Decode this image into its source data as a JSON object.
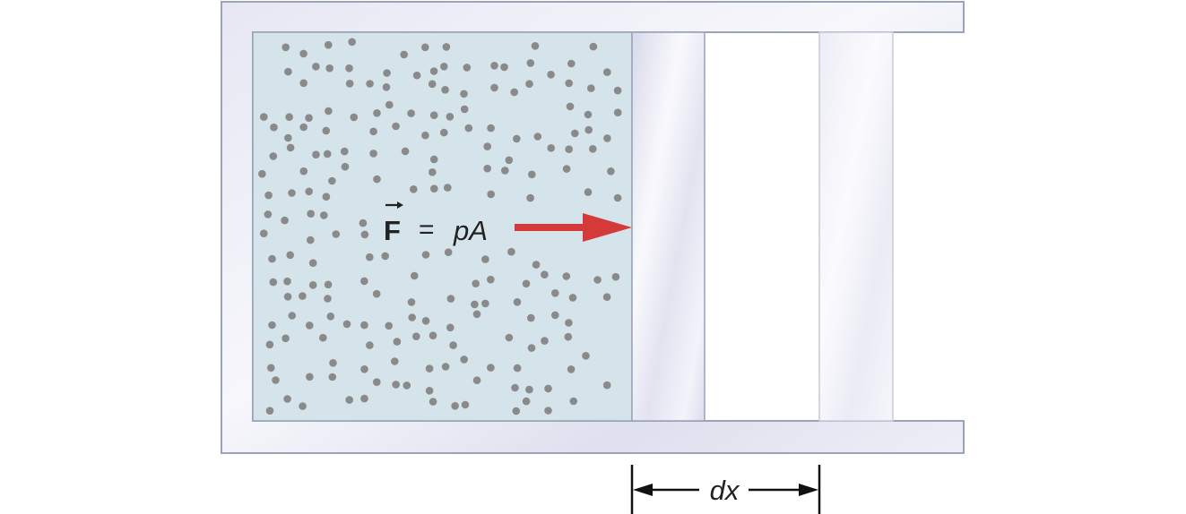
{
  "labels": {
    "force_vector": "F",
    "force_equals": "=",
    "force_formula": "pA",
    "displacement": "dx"
  },
  "colors": {
    "gas": "#d4e4ea",
    "particle": "#8a8a8a",
    "wall_light": "#f3f3fa",
    "wall_mid": "#dedfee",
    "outline": "#9aa3b8",
    "force_arrow": "#d43a3a",
    "dimension_line": "#111111"
  },
  "icons": {
    "vector_arrow": "right-arrow-over-letter"
  }
}
